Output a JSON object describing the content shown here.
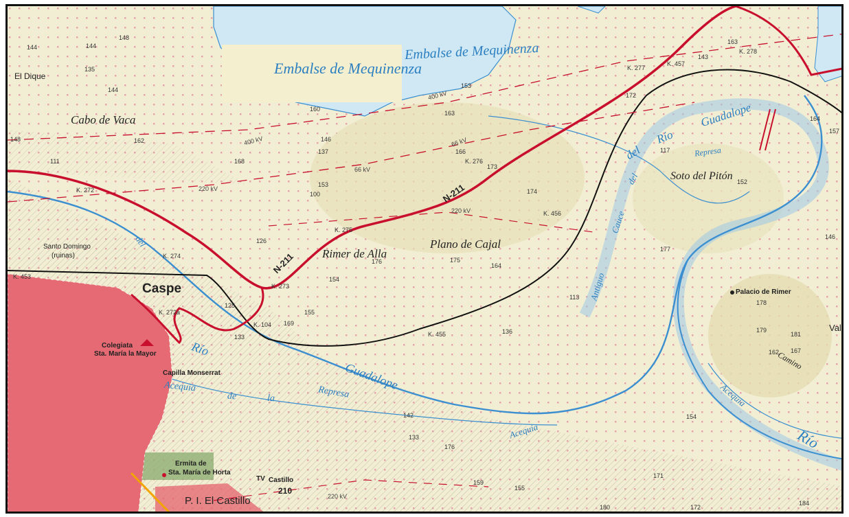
{
  "map": {
    "water_bodies": {
      "reservoir_label_1": "Embalse de Mequinenza",
      "reservoir_label_2": "Embalse de Mequinenza",
      "river_name_parts": [
        "Río",
        "Guadalope"
      ],
      "river_upper_parts": [
        "del",
        "Río",
        "Guadalope"
      ],
      "river_right": "Río",
      "canal_1_parts": [
        "Acequia",
        "de",
        "la",
        "Represa"
      ],
      "canal_2": "Acequia",
      "canal_3": "Acequia",
      "represa": "Represa",
      "old_channel": [
        "Antiguo",
        "Cauce",
        "del"
      ],
      "del_lower": "del"
    },
    "places": {
      "town": "Caspe",
      "el_dique": "El Dique",
      "cabo_de_vaca": "Cabo de Vaca",
      "santo_domingo": "Santo Domingo",
      "santo_domingo_note": "(ruinas)",
      "rimer_de_alla": "Rimer de Alla",
      "plano_de_cajal": "Plano de Cajal",
      "soto_del_piton": "Soto del Pitón",
      "palacio_de_rimer": "Palacio de Rimer",
      "colegiata_1": "Colegiata",
      "colegiata_2": "Sta. María la Mayor",
      "capilla": "Capilla Monserrat",
      "ermita_1": "Ermita de",
      "ermita_2": "Sta. María de Horta",
      "castillo": "Castillo",
      "pi_castillo": "P. I. El Castillo",
      "vala": "Vala",
      "tv": "TV",
      "camino": "Camino"
    },
    "roads": {
      "n211_a": "N-211",
      "n211_b": "N-211",
      "km_labels": [
        "K. 272",
        "K. 274",
        "K. 273",
        "K. 275",
        "K. 276",
        "K. 277",
        "K. 278",
        "K. 272a",
        "K. 455",
        "K. 456",
        "K. 457",
        "K. 104",
        "K. 453"
      ]
    },
    "power_lines": {
      "kv_labels": [
        "400 kV",
        "400 kV",
        "66 kV",
        "66 kV",
        "220 kV",
        "220 kV",
        "220 kV"
      ]
    },
    "spot_heights": [
      "144",
      "148",
      "144",
      "135",
      "144",
      "162",
      "148",
      "111",
      "137",
      "146",
      "143",
      "153",
      "163",
      "160",
      "166",
      "100",
      "176",
      "175",
      "173",
      "164",
      "174",
      "153",
      "168",
      "126",
      "154",
      "169",
      "155",
      "133",
      "125",
      "136",
      "113",
      "117",
      "152",
      "146",
      "177",
      "163",
      "178",
      "179",
      "181",
      "162",
      "167",
      "164",
      "172",
      "157",
      "142",
      "133",
      "154",
      "155",
      "171",
      "176",
      "184",
      "180",
      "172",
      "210",
      "159"
    ],
    "colors": {
      "land": "#f2eed3",
      "water": "#cfe8f3",
      "river": "#3b8fd0",
      "urban": "#e56a73",
      "road_main": "#c8102e",
      "railway": "#111111",
      "forest": "#8fae73"
    }
  }
}
